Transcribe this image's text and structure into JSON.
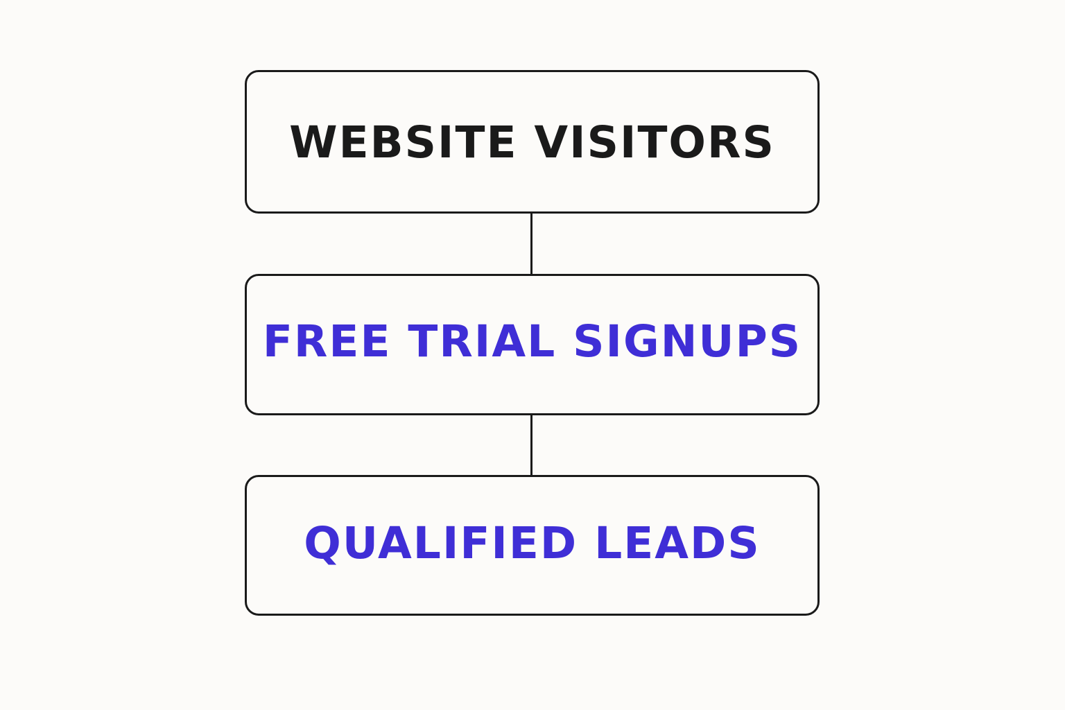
{
  "diagram": {
    "steps": [
      {
        "label": "WEBSITE VISITORS",
        "color": "#1a1a1a"
      },
      {
        "label": "FREE TRIAL SIGNUPS",
        "color": "#3f2ed6"
      },
      {
        "label": "QUALIFIED LEADS",
        "color": "#3f2ed6"
      }
    ],
    "connector_color": "#1a1a1a",
    "box_border_color": "#1a1a1a",
    "background_color": "#fcfbf9"
  }
}
